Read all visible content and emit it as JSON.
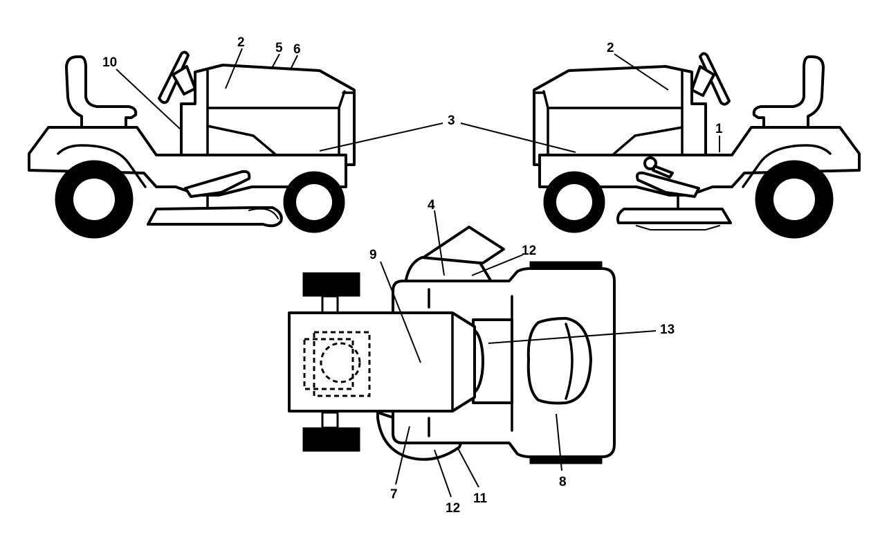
{
  "callouts": {
    "c1": "1",
    "c2_left": "2",
    "c2_right": "2",
    "c3": "3",
    "c4": "4",
    "c5": "5",
    "c6": "6",
    "c7": "7",
    "c8": "8",
    "c9": "9",
    "c10": "10",
    "c11": "11",
    "c12_top": "12",
    "c12_bottom": "12",
    "c13": "13"
  }
}
